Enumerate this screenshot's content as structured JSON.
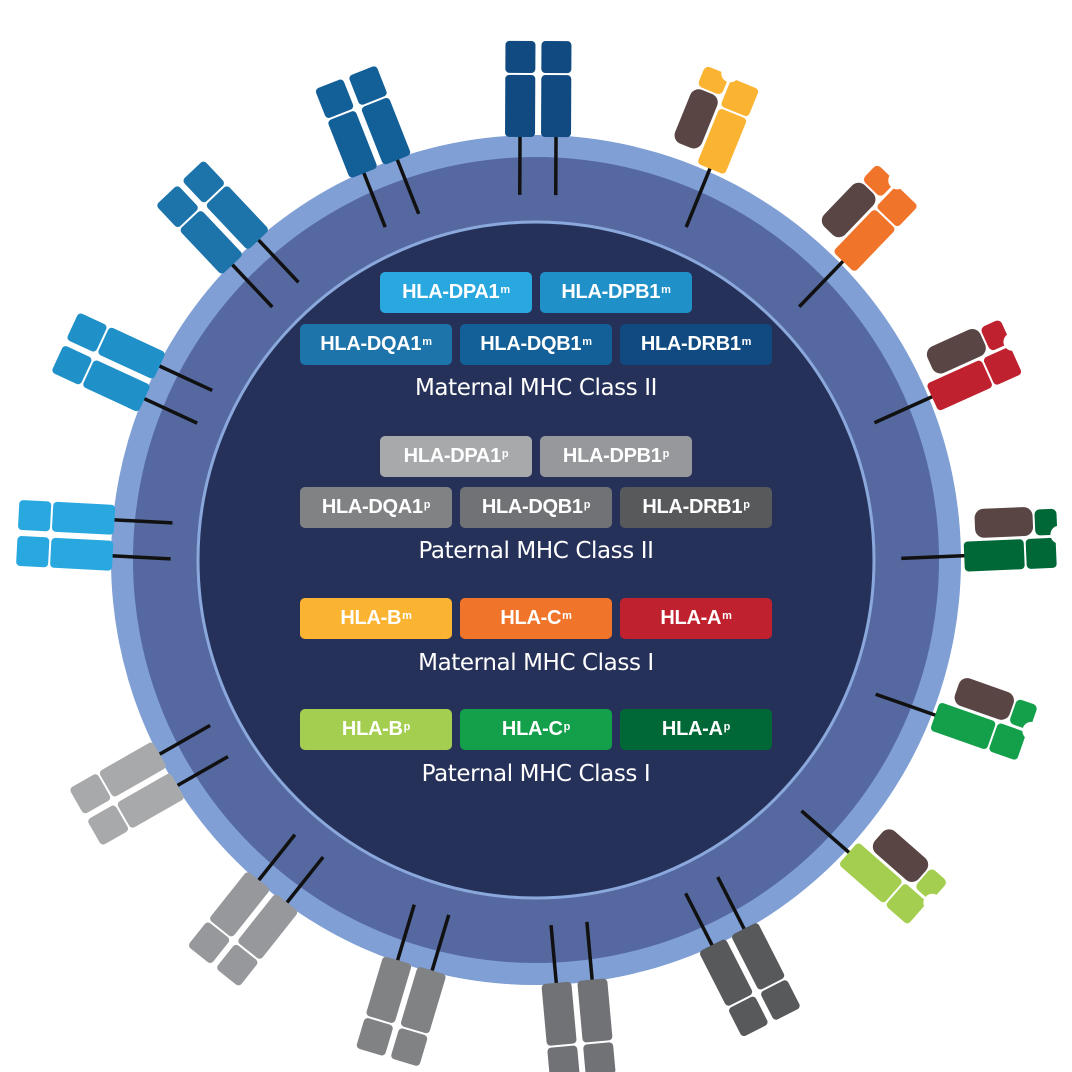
{
  "colors": {
    "outer_ring": "#7f9fd5",
    "mid_ring": "#55689f",
    "core": "#263159",
    "core_edge": "#8aa8dc",
    "stem": "#111111",
    "peptide_partner": "#594543"
  },
  "groups": [
    {
      "label": "Maternal MHC Class II",
      "chips": [
        {
          "name": "HLA-DPA1",
          "sup": "m",
          "color": "#29a8e0"
        },
        {
          "name": "HLA-DPB1",
          "sup": "m",
          "color": "#2090c8"
        },
        {
          "name": "HLA-DQA1",
          "sup": "m",
          "color": "#1c74ab"
        },
        {
          "name": "HLA-DQB1",
          "sup": "m",
          "color": "#135f98"
        },
        {
          "name": "HLA-DRB1",
          "sup": "m",
          "color": "#104a80"
        }
      ]
    },
    {
      "label": "Paternal MHC Class II",
      "chips": [
        {
          "name": "HLA-DPA1",
          "sup": "p",
          "color": "#a7a9ab"
        },
        {
          "name": "HLA-DPB1",
          "sup": "p",
          "color": "#96989b"
        },
        {
          "name": "HLA-DQA1",
          "sup": "p",
          "color": "#808284"
        },
        {
          "name": "HLA-DQB1",
          "sup": "p",
          "color": "#707275"
        },
        {
          "name": "HLA-DRB1",
          "sup": "p",
          "color": "#58595b"
        }
      ]
    },
    {
      "label": "Maternal MHC Class I",
      "chips": [
        {
          "name": "HLA-B",
          "sup": "m",
          "color": "#fbb432"
        },
        {
          "name": "HLA-C",
          "sup": "m",
          "color": "#f1742b"
        },
        {
          "name": "HLA-A",
          "sup": "m",
          "color": "#c0212f"
        }
      ]
    },
    {
      "label": "Paternal MHC Class I",
      "chips": [
        {
          "name": "HLA-B",
          "sup": "p",
          "color": "#a4ce4f"
        },
        {
          "name": "HLA-C",
          "sup": "p",
          "color": "#14a04a"
        },
        {
          "name": "HLA-A",
          "sup": "p",
          "color": "#006837"
        }
      ]
    }
  ],
  "receptors": [
    {
      "kind": "class2",
      "color": "#29a8e0"
    },
    {
      "kind": "class2",
      "color": "#2090c8"
    },
    {
      "kind": "class2",
      "color": "#1c74ab"
    },
    {
      "kind": "class2",
      "color": "#135f98"
    },
    {
      "kind": "class2",
      "color": "#104a80"
    },
    {
      "kind": "class1",
      "color": "#fbb432"
    },
    {
      "kind": "class1",
      "color": "#f1742b"
    },
    {
      "kind": "class1",
      "color": "#c0212f"
    },
    {
      "kind": "class1",
      "color": "#006837"
    },
    {
      "kind": "class1",
      "color": "#14a04a"
    },
    {
      "kind": "class1",
      "color": "#a4ce4f"
    },
    {
      "kind": "class2",
      "color": "#58595b"
    },
    {
      "kind": "class2",
      "color": "#707275"
    },
    {
      "kind": "class2",
      "color": "#808284"
    },
    {
      "kind": "class2",
      "color": "#96989b"
    },
    {
      "kind": "class2",
      "color": "#a7a9ab"
    }
  ]
}
